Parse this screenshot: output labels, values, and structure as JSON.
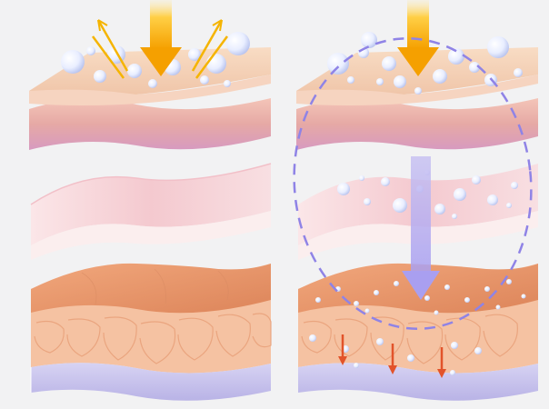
{
  "illustration": {
    "background": "#f2f2f3",
    "panels": [
      {
        "id": "left",
        "incoming_arrow": "down-arrow",
        "deflected_arrows": 2,
        "layers": [
          "surface-layer-with-droplets",
          "middle-layer",
          "deep-cellular-layer"
        ],
        "penetration_highlight": false
      },
      {
        "id": "right",
        "incoming_arrow": "down-arrow",
        "deflected_arrows": 0,
        "layers": [
          "surface-layer-with-droplets",
          "middle-layer-with-droplets",
          "deep-cellular-layer-with-droplets"
        ],
        "penetration_highlight": true,
        "small_down_arrows": 3
      }
    ],
    "colors": {
      "sun_arrow": "#f5a800",
      "top_skin": "#f3c7a7",
      "top_skin_band": "#e9b2a5",
      "mid_layer": "#f6d8da",
      "deep_layer": "#e8976b",
      "cells": "#f3c3a2",
      "base": "#c7c4ec",
      "highlight": "#9a8fe6"
    }
  }
}
